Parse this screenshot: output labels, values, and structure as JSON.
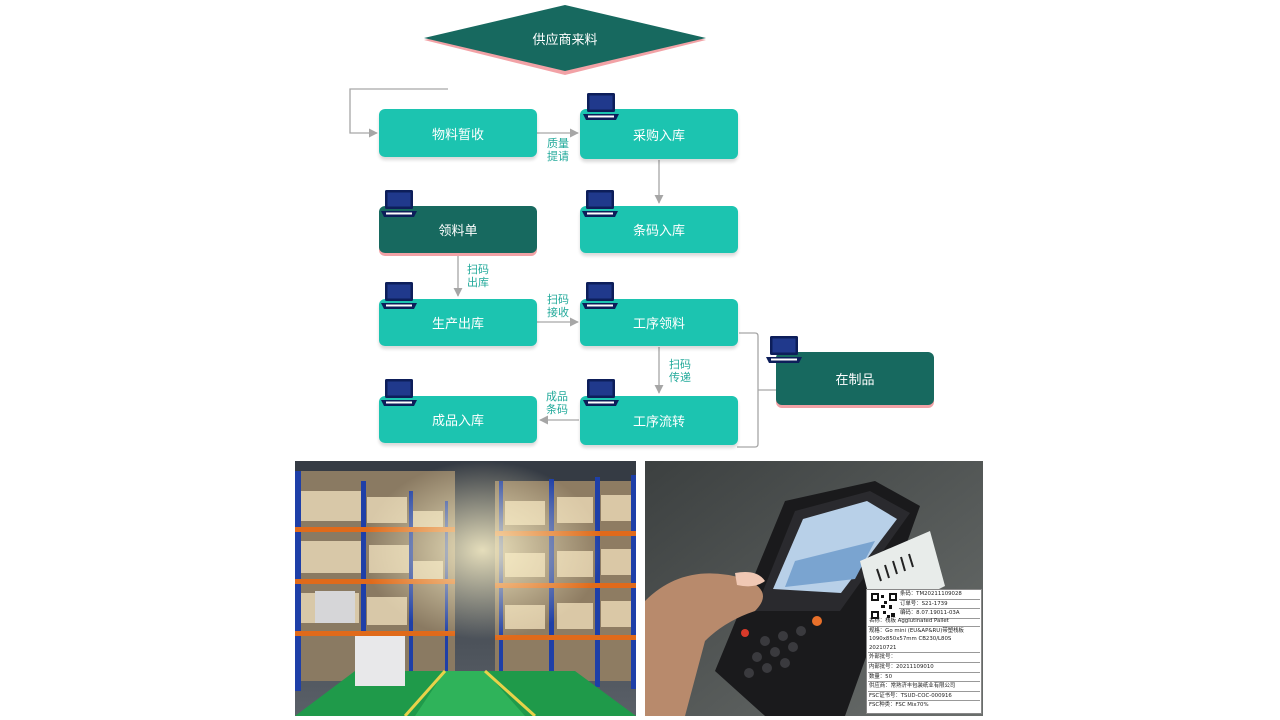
{
  "flow": {
    "start": "供应商来料",
    "material_receipt": "物料暂收",
    "purchase_inbound": "采购入库",
    "barcode_inbound": "条码入库",
    "requisition": "领料单",
    "production_outbound": "生产出库",
    "process_picking": "工序领料",
    "wip": "在制品",
    "process_transfer": "工序流转",
    "finished_inbound": "成品入库"
  },
  "edge_labels": {
    "quality_l1": "质量",
    "quality_l2": "提请",
    "scan_out_l1": "扫码",
    "scan_out_l2": "出库",
    "scan_recv_l1": "扫码",
    "scan_recv_l2": "接收",
    "scan_pass_l1": "扫码",
    "scan_pass_l2": "传递",
    "fg_l1": "成品",
    "fg_l2": "条码"
  },
  "label_card": {
    "rows": [
      "条码：TM20211109028",
      "订单号：S21-1739",
      "编码：8.07.19011-03A",
      "名称：栈板 Agglutinated Pallet",
      "规格：Go mini (EU&AP&RU)带塑栈板",
      "1090x850x57mm CB230/L80S",
      "20210721",
      "外部批号：",
      "内部批号：20211109010",
      "数量：50",
      "供应商：常熟济丰包装纸业有限公司",
      "FSC证书号：TSUD-COC-000916",
      "FSC种类：FSC Mix70%"
    ]
  },
  "colors": {
    "teal": "#1cc4b0",
    "dark_teal": "#17695f",
    "label_text": "#21a99a",
    "arrow": "#a6a6a6"
  }
}
